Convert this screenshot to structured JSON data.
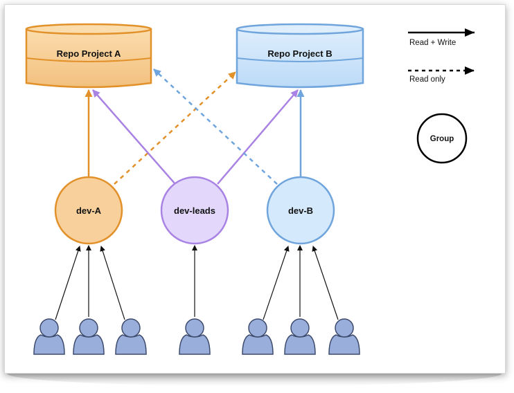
{
  "repos": [
    {
      "id": "repo-a",
      "label": "Repo Project A",
      "fill": "#f7cf95",
      "stroke": "#e2912a"
    },
    {
      "id": "repo-b",
      "label": "Repo Project B",
      "fill": "#cfe6fb",
      "stroke": "#6fa4dc"
    }
  ],
  "groups": [
    {
      "id": "dev-a",
      "label": "dev-A",
      "fill": "#f8d09c",
      "stroke": "#e2912a"
    },
    {
      "id": "dev-leads",
      "label": "dev-leads",
      "fill": "#e3d8fb",
      "stroke": "#a983e3"
    },
    {
      "id": "dev-b",
      "label": "dev-B",
      "fill": "#d4e9fc",
      "stroke": "#6fa4dc"
    }
  ],
  "legend": {
    "read_write": "Read + Write",
    "read_only": "Read only",
    "group": "Group"
  },
  "colors": {
    "orange": "#e2912a",
    "purple": "#a983e3",
    "blue": "#6fa4dc",
    "user_fill": "#9aaedb",
    "user_stroke": "#3c4a6b"
  },
  "users": [
    {
      "group": "dev-A"
    },
    {
      "group": "dev-A"
    },
    {
      "group": "dev-A"
    },
    {
      "group": "dev-leads"
    },
    {
      "group": "dev-B"
    },
    {
      "group": "dev-B"
    },
    {
      "group": "dev-B"
    }
  ]
}
